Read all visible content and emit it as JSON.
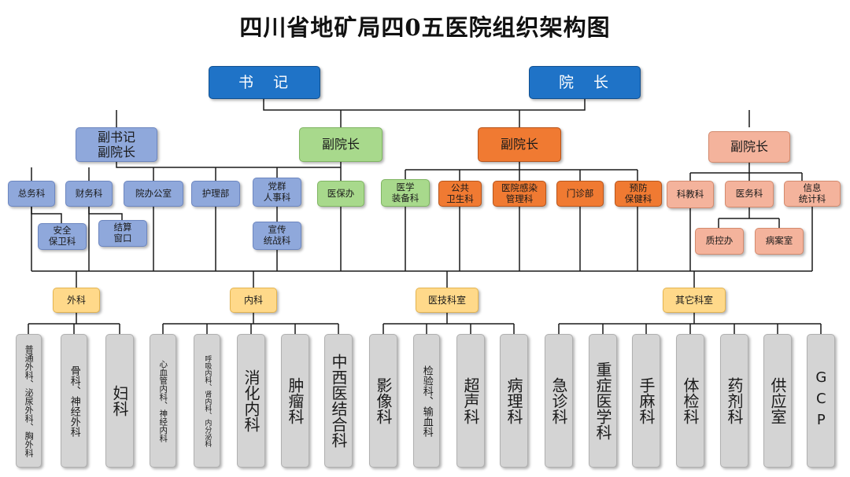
{
  "title": "四川省地矿局四0五医院组织架构图",
  "top": {
    "secretary": "书　记",
    "president": "院　长"
  },
  "vp": {
    "deputy_secretary": "副书记\n副院长",
    "vp_green": "副院长",
    "vp_orange": "副院长",
    "vp_salmon": "副院长"
  },
  "depts": {
    "general_affairs": "总务科",
    "finance": "财务科",
    "president_office": "院办公室",
    "nursing": "护理部",
    "party_hr": "党群\n人事科",
    "security": "安全\n保卫科",
    "settlement": "结算\n窗口",
    "publicity": "宣传\n统战科",
    "medical_insurance": "医保办",
    "equipment": "医学\n装备科",
    "public_health": "公共\n卫生科",
    "infection_control": "医院感染\n管理科",
    "outpatient": "门诊部",
    "preventive_care": "预防\n保健科",
    "science_education": "科教科",
    "medical_affairs": "医务科",
    "information_stats": "信息\n统计科",
    "quality_control": "质控办",
    "medical_records": "病案室"
  },
  "categories": {
    "surgery": "外科",
    "internal": "内科",
    "medtech": "医技科室",
    "other": "其它科室"
  },
  "leaves": {
    "surgery": [
      "普通外科、泌尿外科、胸外科",
      "骨科、神经外科",
      "妇科"
    ],
    "internal": [
      "心血管内科、神经内科",
      "呼吸内科、肾内科、内分泌科",
      "消化内科",
      "肿瘤科",
      "中西医结合科"
    ],
    "medtech": [
      "影像科",
      "检验科、输血科",
      "超声科",
      "病理科"
    ],
    "other": [
      "急诊科",
      "重症医学科",
      "手麻科",
      "体检科",
      "药剂科",
      "供应室",
      "GCP"
    ]
  }
}
